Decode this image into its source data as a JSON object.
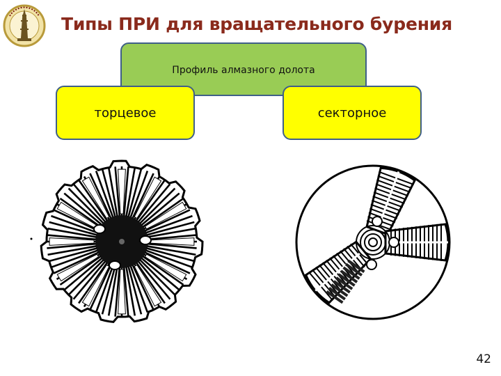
{
  "title": "Типы ПРИ для вращательного бурения",
  "diagram": {
    "parent": "Профиль алмазного долота",
    "children": [
      "торцевое",
      "секторное"
    ]
  },
  "images": {
    "left": "face-diamond-bit-drawing",
    "right": "sector-diamond-bit-drawing"
  },
  "logo": "university-tower-emblem",
  "page_number": "42",
  "colors": {
    "title": "#8a2a1c",
    "parent_box": "#99cc55",
    "child_box": "#ffff00",
    "box_border": "#3f5f88"
  }
}
